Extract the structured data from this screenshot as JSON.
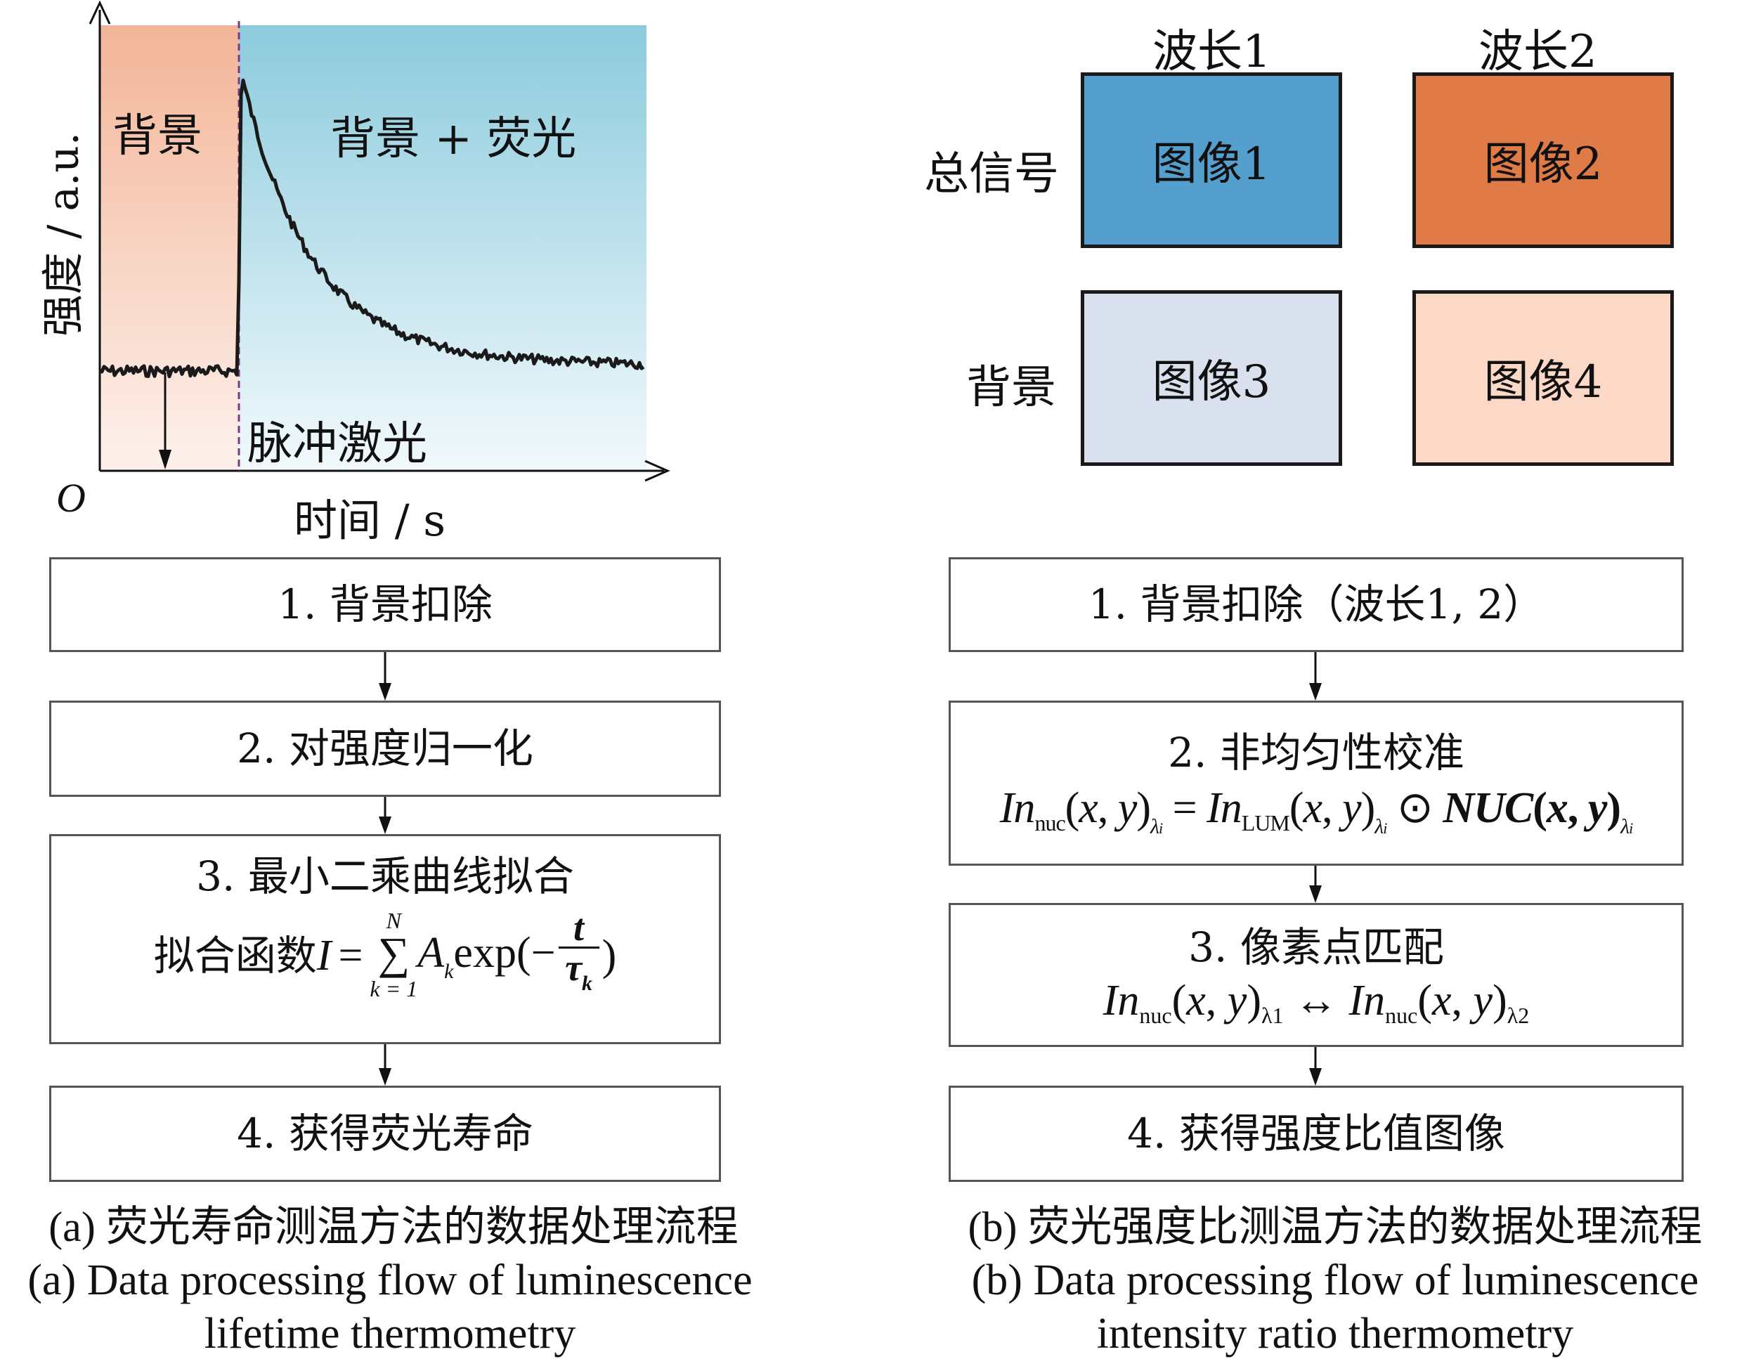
{
  "panel_a": {
    "plot": {
      "ylabel": "强度 / a.u.",
      "xlabel": "时间 / s",
      "origin": "O",
      "region_background": "背景",
      "region_signal": "背景 + 荧光",
      "pulse_label": "脉冲激光",
      "colors": {
        "background_region": "#f4b9a0",
        "signal_region": "#8ecbdc",
        "trace": "#1a1a1a",
        "pulse_line": "#7a3a8c"
      }
    },
    "steps": [
      {
        "label": "1. 背景扣除"
      },
      {
        "label": "2. 对强度归一化"
      },
      {
        "label": "3. 最小二乘曲线拟合",
        "formula_prefix": "拟合函数",
        "formula": "I = Σ A_k exp(−t/τ_k)",
        "sum_upper": "N",
        "sum_lower": "k = 1"
      },
      {
        "label": "4. 获得荧光寿命"
      }
    ],
    "caption_cn": "(a) 荧光寿命测温方法的数据处理流程",
    "caption_en_line1": "(a) Data processing flow of luminescence",
    "caption_en_line2": "lifetime thermometry"
  },
  "panel_b": {
    "columns": [
      "波长1",
      "波长2"
    ],
    "rows": [
      "总信号",
      "背景"
    ],
    "images": [
      {
        "label": "图像1",
        "color": "#559fcf"
      },
      {
        "label": "图像2",
        "color": "#e07b47"
      },
      {
        "label": "图像3",
        "color": "#d9e1ee"
      },
      {
        "label": "图像4",
        "color": "#fbd9c6"
      }
    ],
    "steps": [
      {
        "label": "1. 背景扣除（波长1, 2）"
      },
      {
        "label": "2. 非均匀性校准",
        "formula": "In_nuc(x, y)_λi = In_LUM(x, y)_λi ⊙ NUC(x, y)_λi"
      },
      {
        "label": "3. 像素点匹配",
        "formula": "In_nuc(x, y)_λ1 ↔ In_nuc(x, y)_λ2"
      },
      {
        "label": "4. 获得强度比值图像"
      }
    ],
    "caption_cn": "(b) 荧光强度比测温方法的数据处理流程",
    "caption_en_line1": "(b) Data processing flow of luminescence",
    "caption_en_line2": "intensity ratio thermometry"
  }
}
